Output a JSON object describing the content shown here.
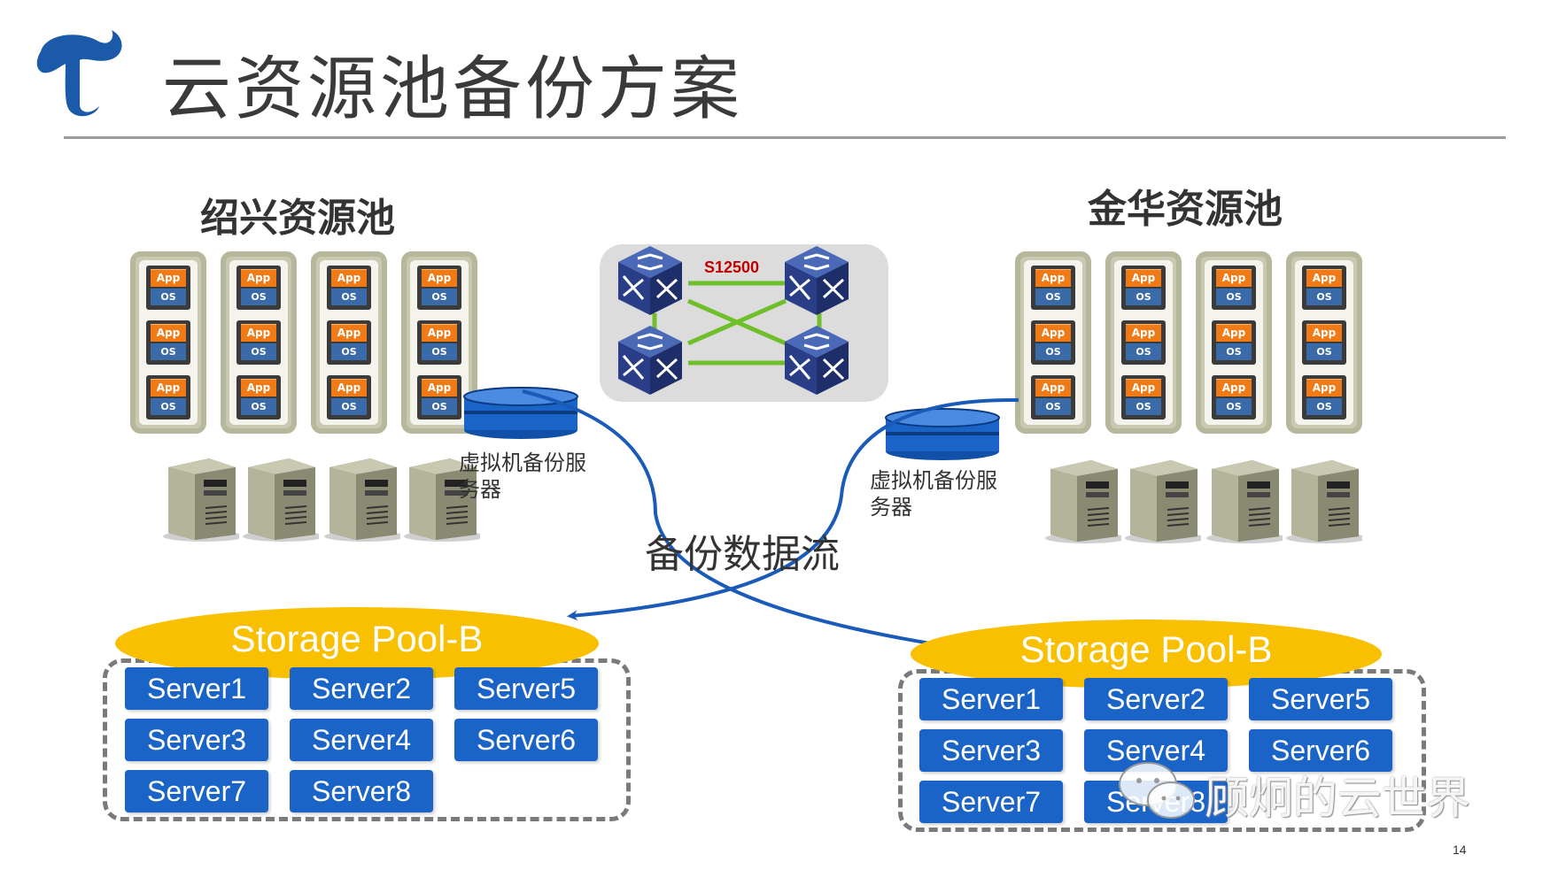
{
  "title": "云资源池备份方案",
  "pools": {
    "left": {
      "name": "绍兴资源池",
      "backup_server": [
        "虚拟机备份服",
        "务器"
      ]
    },
    "right": {
      "name": "金华资源池",
      "backup_server": [
        "虚拟机备份服",
        "务器"
      ]
    }
  },
  "vm": {
    "app": "App",
    "os": "OS"
  },
  "switch": {
    "model": "S12500"
  },
  "flow_label": "备份数据流",
  "storage_left": {
    "label": "Storage Pool-B",
    "servers": [
      "Server1",
      "Server2",
      "Server5",
      "Server3",
      "Server4",
      "Server6",
      "Server7",
      "Server8"
    ]
  },
  "storage_right": {
    "label": "Storage Pool-B",
    "servers": [
      "Server1",
      "Server2",
      "Server5",
      "Server3",
      "Server4",
      "Server6",
      "Server7",
      "Server8"
    ]
  },
  "watermark": "顾炯的云世界",
  "page_number": "14",
  "colors": {
    "logo": "#1a5aa8",
    "storage_pool": "#f8c000",
    "server_button": "#1a64c8",
    "flow_arrow": "#1a5ab8",
    "switch_link": "#6fbf2b",
    "switch_label": "#c00000"
  }
}
